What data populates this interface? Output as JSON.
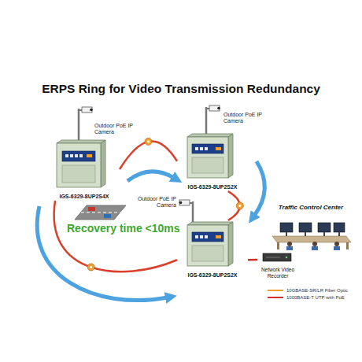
{
  "diagram": {
    "title": "ERPS Ring for Video Transmission Redundancy",
    "nodes": [
      {
        "text": [
          "IGS-6329-8UP2S4X"
        ]
      },
      {
        "text": [
          "IGS-6329-8UP2S2X"
        ]
      },
      {
        "text": [
          "IGS-6329-8UP2S2X"
        ]
      },
      {
        "text": [
          "Network Video Recorder"
        ]
      },
      {
        "text": [
          "Traffic Control Center"
        ]
      }
    ],
    "edges": [
      {
        "from": 0,
        "to": 1,
        "arrow": "none"
      },
      {
        "from": 1,
        "to": 2,
        "arrow": "none"
      },
      {
        "from": 2,
        "to": 0,
        "arrow": "none"
      },
      {
        "from": 2,
        "to": 3,
        "arrow": "none"
      }
    ],
    "labels": [
      "Outdoor PoE IP Camera",
      "Outdoor PoE IP Camera",
      "Outdoor PoE IP Camera",
      "Recovery time <10ms"
    ],
    "legend": [
      {
        "text": "10GBASE-SR/LR Fiber Optic"
      },
      {
        "text": "1000BASE-T UTP with PoE"
      }
    ]
  }
}
